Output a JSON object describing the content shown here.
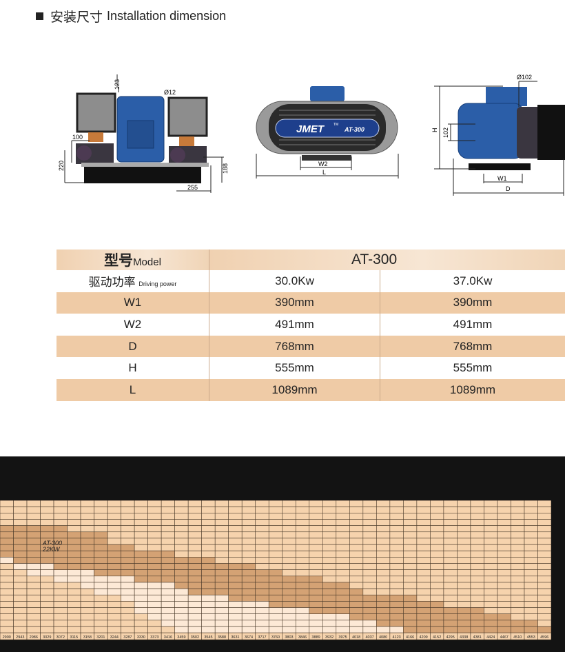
{
  "header": {
    "title_cn": "安装尺寸",
    "title_en": "Installation dimension"
  },
  "drawings": {
    "front": {
      "dim_top": "123",
      "dim_dia": "Ø12",
      "dim_100": "100",
      "dim_220": "220",
      "dim_188": "188",
      "dim_255": "255"
    },
    "top": {
      "brand": "JMET",
      "tm": "TM",
      "model": "AT-300",
      "w2": "W2",
      "l": "L"
    },
    "side": {
      "dia": "Ø102",
      "h": "H",
      "d102": "102",
      "w1": "W1",
      "d": "D"
    }
  },
  "table": {
    "head": {
      "cn": "型号",
      "en": "Model",
      "model": "AT-300"
    },
    "rows": [
      {
        "label": "驱动功率",
        "label_en": "Driving power",
        "v1": "30.0Kw",
        "v2": "37.0Kw"
      },
      {
        "label": "W1",
        "v1": "390mm",
        "v2": "390mm"
      },
      {
        "label": "W2",
        "v1": "491mm",
        "v2": "491mm"
      },
      {
        "label": "D",
        "v1": "768mm",
        "v2": "768mm"
      },
      {
        "label": "H",
        "v1": "555mm",
        "v2": "555mm"
      },
      {
        "label": "L",
        "v1": "1089mm",
        "v2": "1089mm"
      }
    ]
  },
  "chart_data": {
    "type": "heatmap",
    "annotation": [
      "AT-300",
      "22KW"
    ],
    "rows": 21,
    "x": [
      "2900",
      "2943",
      "2986",
      "3029",
      "3072",
      "3115",
      "3158",
      "3201",
      "3244",
      "3287",
      "3330",
      "3373",
      "3416",
      "3459",
      "3502",
      "3545",
      "3588",
      "3631",
      "3674",
      "3717",
      "3760",
      "3803",
      "3846",
      "3889",
      "3932",
      "3975",
      "4018",
      "4037",
      "4080",
      "4123",
      "4166",
      "4209",
      "4152",
      "4295",
      "4338",
      "4381",
      "4424",
      "4467",
      "4510",
      "4553",
      "4596"
    ],
    "band_top_row": [
      4,
      4,
      4,
      4,
      4,
      5,
      5,
      5,
      7,
      7,
      8,
      8,
      8,
      9,
      9,
      9,
      10,
      10,
      10,
      11,
      11,
      12,
      12,
      12,
      13,
      13,
      14,
      15,
      15,
      15,
      15,
      16,
      16,
      17,
      17,
      17,
      18,
      18,
      19,
      19,
      20
    ],
    "light_top_row": [
      9,
      10,
      10,
      10,
      11,
      11,
      11,
      12,
      12,
      12,
      13,
      13,
      13,
      14,
      15,
      15,
      15,
      16,
      16,
      16,
      17,
      17,
      17,
      18,
      18,
      18,
      19,
      19,
      20,
      20,
      21,
      21,
      21,
      21,
      21,
      21,
      21,
      21,
      21,
      21,
      21
    ],
    "light_bottom_row": [
      9,
      10,
      11,
      11,
      12,
      12,
      13,
      14,
      14,
      15,
      17,
      18,
      19,
      20,
      20,
      20,
      20,
      20,
      20,
      20,
      20,
      20,
      20,
      20,
      20,
      20,
      20,
      20,
      20,
      20,
      20,
      20,
      20,
      20,
      20,
      20,
      20,
      20,
      20,
      20,
      20
    ],
    "colors": {
      "base": "#f6d3ad",
      "band": "#d4a274",
      "light": "#fde9d6",
      "grid": "#4a3a2a"
    }
  }
}
